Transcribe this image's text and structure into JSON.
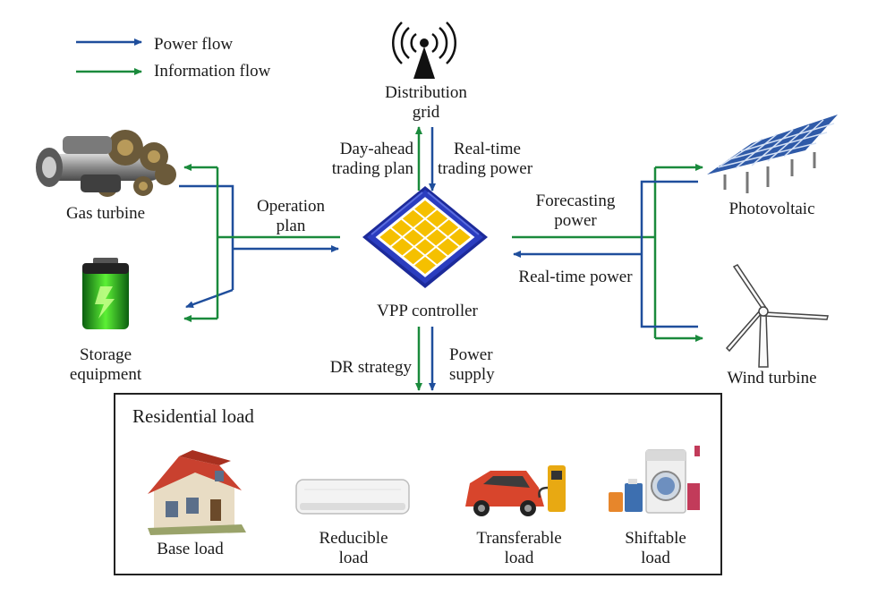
{
  "legend": {
    "power_flow": "Power flow",
    "information_flow": "Information flow"
  },
  "colors": {
    "power_flow": "#1f4e9c",
    "information_flow": "#1a8a3c",
    "chip_body": "#2b3dbf",
    "chip_core": "#f5c000"
  },
  "nodes": {
    "distribution_grid": [
      "Distribution",
      "grid"
    ],
    "gas_turbine": "Gas turbine",
    "storage": [
      "Storage",
      "equipment"
    ],
    "photovoltaic": "Photovoltaic",
    "wind_turbine": "Wind turbine",
    "vpp_controller": "VPP controller"
  },
  "flow_labels": {
    "day_ahead": [
      "Day-ahead",
      "trading plan"
    ],
    "real_time_trading": [
      "Real-time",
      "trading power"
    ],
    "operation_plan": [
      "Operation",
      "plan"
    ],
    "forecasting_power": [
      "Forecasting",
      "power"
    ],
    "real_time_power": "Real-time power",
    "dr_strategy": "DR strategy",
    "power_supply": [
      "Power",
      "supply"
    ]
  },
  "residential": {
    "title": "Residential load",
    "loads": [
      {
        "label": [
          "Base load"
        ],
        "icon": "house-icon"
      },
      {
        "label": [
          "Reducible",
          "load"
        ],
        "icon": "air-conditioner-icon"
      },
      {
        "label": [
          "Transferable",
          "load"
        ],
        "icon": "electric-car-icon"
      },
      {
        "label": [
          "Shiftable",
          "load"
        ],
        "icon": "washing-machine-icon"
      }
    ]
  }
}
